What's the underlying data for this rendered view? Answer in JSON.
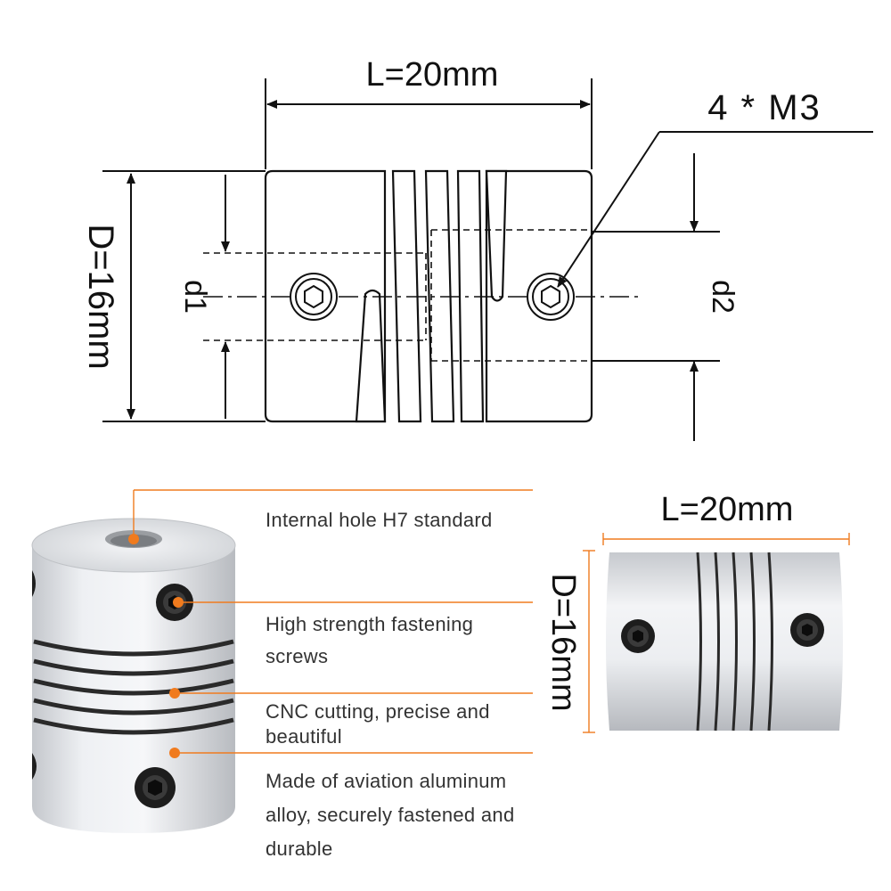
{
  "diagram": {
    "length_label": "L=20mm",
    "diameter_label": "D=16mm",
    "screw_label": "4 * M3",
    "d1_label": "d1",
    "d2_label": "d2"
  },
  "features": [
    {
      "text": "Internal hole H7 standard"
    },
    {
      "text": "High strength fastening screws"
    },
    {
      "text": "CNC cutting, precise and beautiful"
    },
    {
      "text": "Made of aviation aluminum alloy, securely fastened and durable"
    }
  ],
  "photo_right": {
    "length_label": "L=20mm",
    "diameter_label": "D=16mm"
  },
  "colors": {
    "callout": "#f07b1e",
    "aluminum_light": "#eef0f3",
    "aluminum_dark": "#b9bcc1",
    "groove": "#2a2a2a",
    "line": "#111111"
  },
  "icons": [
    "hex-socket-screw-icon"
  ]
}
